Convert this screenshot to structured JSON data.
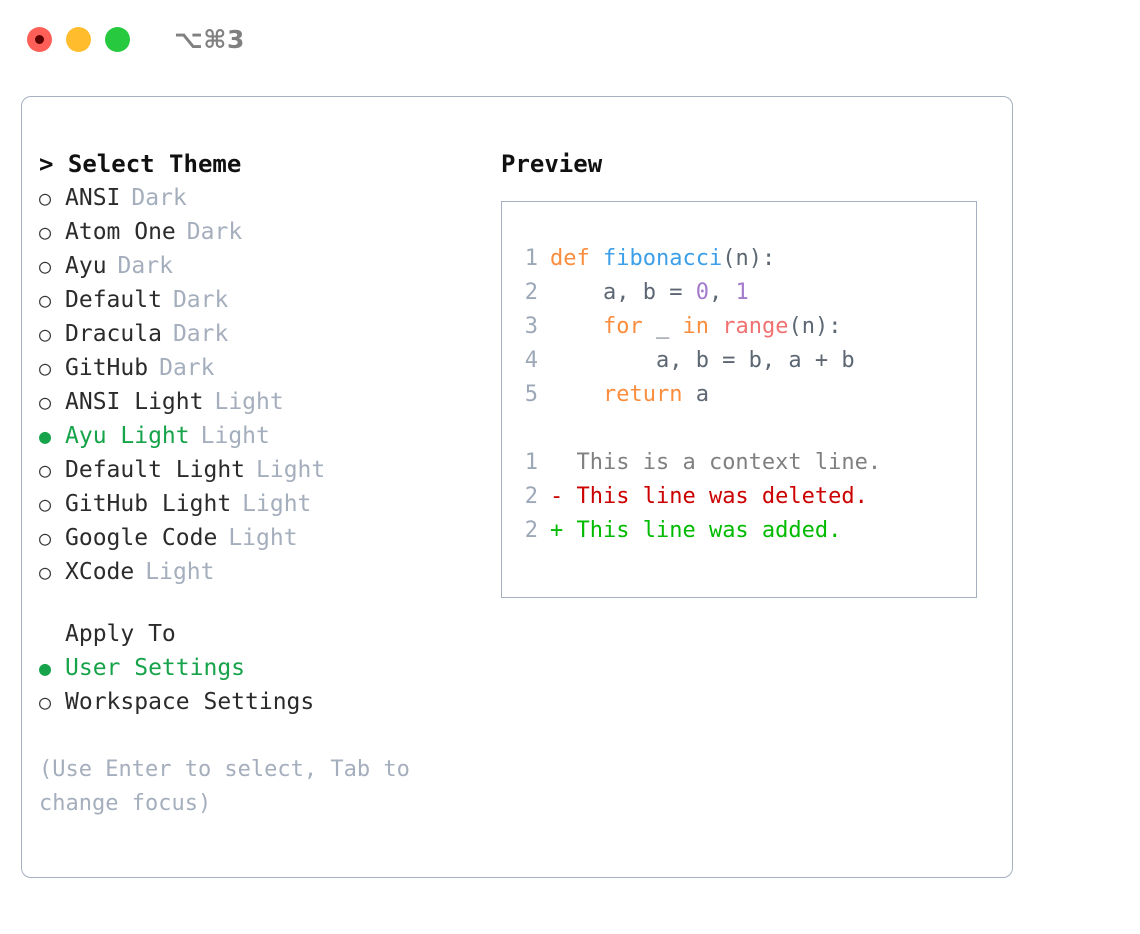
{
  "window": {
    "title": "⌥⌘3",
    "traffic_lights": [
      "close-red",
      "minimize-yellow",
      "maximize-green"
    ]
  },
  "colors": {
    "accent_green": "#16a34a",
    "muted": "#a5aebd",
    "border": "#a6b0c0",
    "keyword": "#fa8d3e",
    "function": "#3d9fe8",
    "number": "#a37acc",
    "builtin": "#f07171",
    "plain": "#5c6773",
    "linenum": "#9ca8b8",
    "diff_add": "#00bb00",
    "diff_del": "#cc0000",
    "diff_ctx": "#808080"
  },
  "left": {
    "heading": "> Select Theme",
    "themes": [
      {
        "bullet": "○",
        "name": "ANSI",
        "tag": "Dark",
        "selected": false
      },
      {
        "bullet": "○",
        "name": "Atom One",
        "tag": "Dark",
        "selected": false
      },
      {
        "bullet": "○",
        "name": "Ayu",
        "tag": "Dark",
        "selected": false
      },
      {
        "bullet": "○",
        "name": "Default",
        "tag": "Dark",
        "selected": false
      },
      {
        "bullet": "○",
        "name": "Dracula",
        "tag": "Dark",
        "selected": false
      },
      {
        "bullet": "○",
        "name": "GitHub",
        "tag": "Dark",
        "selected": false
      },
      {
        "bullet": "○",
        "name": "ANSI Light",
        "tag": "Light",
        "selected": false
      },
      {
        "bullet": "●",
        "name": "Ayu Light",
        "tag": "Light",
        "selected": true
      },
      {
        "bullet": "○",
        "name": "Default Light",
        "tag": "Light",
        "selected": false
      },
      {
        "bullet": "○",
        "name": "GitHub Light",
        "tag": "Light",
        "selected": false
      },
      {
        "bullet": "○",
        "name": "Google Code",
        "tag": "Light",
        "selected": false
      },
      {
        "bullet": "○",
        "name": "XCode",
        "tag": "Light",
        "selected": false
      }
    ],
    "apply_to": {
      "heading": "Apply To",
      "options": [
        {
          "bullet": "●",
          "name": "User Settings",
          "selected": true
        },
        {
          "bullet": "○",
          "name": "Workspace Settings",
          "selected": false
        }
      ]
    },
    "hint": "(Use Enter to select, Tab to change focus)"
  },
  "right": {
    "heading": "Preview",
    "code_lines": [
      {
        "num": "1",
        "tokens": [
          {
            "t": "def ",
            "c": "kw"
          },
          {
            "t": "fibonacci",
            "c": "fn"
          },
          {
            "t": "(n):",
            "c": "txt"
          }
        ]
      },
      {
        "num": "2",
        "tokens": [
          {
            "t": "    a, b = ",
            "c": "txt"
          },
          {
            "t": "0",
            "c": "num"
          },
          {
            "t": ", ",
            "c": "txt"
          },
          {
            "t": "1",
            "c": "num"
          }
        ]
      },
      {
        "num": "3",
        "tokens": [
          {
            "t": "    ",
            "c": "txt"
          },
          {
            "t": "for",
            "c": "kw"
          },
          {
            "t": " _ ",
            "c": "txt"
          },
          {
            "t": "in",
            "c": "kw"
          },
          {
            "t": " ",
            "c": "txt"
          },
          {
            "t": "range",
            "c": "call"
          },
          {
            "t": "(n):",
            "c": "txt"
          }
        ]
      },
      {
        "num": "4",
        "tokens": [
          {
            "t": "        a, b = b, a + b",
            "c": "txt"
          }
        ]
      },
      {
        "num": "5",
        "tokens": [
          {
            "t": "    ",
            "c": "txt"
          },
          {
            "t": "return",
            "c": "kw"
          },
          {
            "t": " a",
            "c": "txt"
          }
        ]
      }
    ],
    "diff_lines": [
      {
        "num": "1",
        "marker": " ",
        "text": " This is a context line.",
        "kind": "ctx"
      },
      {
        "num": "2",
        "marker": "-",
        "text": " This line was deleted.",
        "kind": "del"
      },
      {
        "num": "2",
        "marker": "+",
        "text": " This line was added.",
        "kind": "add"
      }
    ]
  }
}
